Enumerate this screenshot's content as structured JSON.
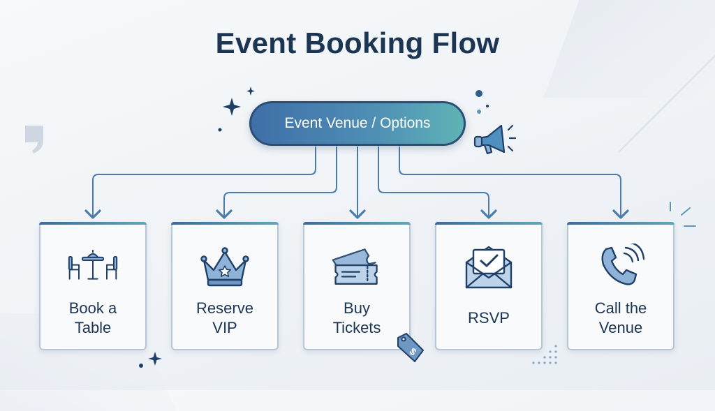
{
  "title": "Event Booking Flow",
  "hub": {
    "label": "Event Venue / Options"
  },
  "options": [
    {
      "id": "book-table",
      "label_line1": "Book a",
      "label_line2": "Table",
      "icon": "table-chairs-icon"
    },
    {
      "id": "reserve-vip",
      "label_line1": "Reserve",
      "label_line2": "VIP",
      "icon": "crown-icon"
    },
    {
      "id": "buy-tickets",
      "label_line1": "Buy",
      "label_line2": "Tickets",
      "icon": "ticket-icon"
    },
    {
      "id": "rsvp",
      "label_line1": "RSVP",
      "label_line2": "",
      "icon": "envelope-check-icon"
    },
    {
      "id": "call-venue",
      "label_line1": "Call the",
      "label_line2": "Venue",
      "icon": "phone-icon"
    }
  ],
  "colors": {
    "title": "#1c3552",
    "hub_start": "#3f6fa8",
    "hub_end": "#5fb3b6",
    "connector": "#4a7bab",
    "icon_stroke": "#1f3f66",
    "icon_fill": "#8fb3d8"
  }
}
